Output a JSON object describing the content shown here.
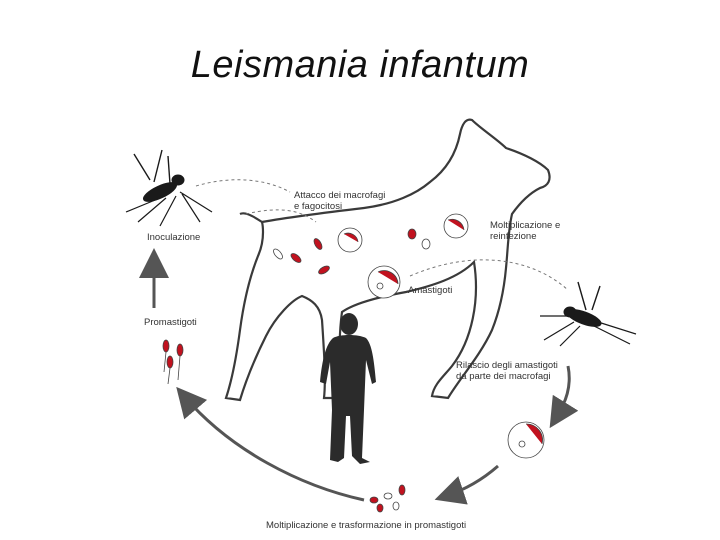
{
  "title": "Leismania infantum",
  "labels": {
    "inoculazione": "Inoculazione",
    "attacco": "Attacco dei macrofagi\ne fagocitosi",
    "moltiplicazione_reinfezione": "Moltiplicazione e\nreinfezione",
    "amastigoti": "Amastigoti",
    "promastigoti": "Promastigoti",
    "rilascio": "Rilascio degli amastigoti\nda parte dei macrofagi",
    "trasformazione": "Moltiplicazione e trasformazione in promastigoti"
  },
  "colors": {
    "outline": "#3a3a3a",
    "arrow": "#555555",
    "parasite": "#c1121f",
    "human": "#2b2b2b"
  }
}
